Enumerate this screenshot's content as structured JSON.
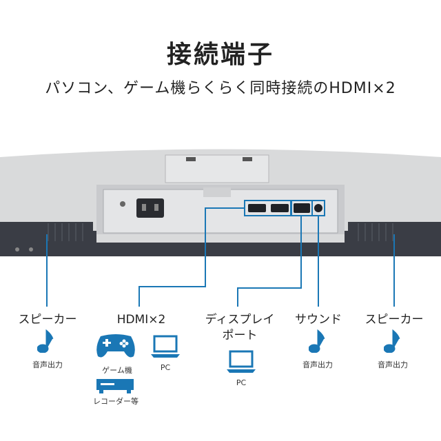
{
  "title": "接続端子",
  "subtitle": "パソコン、ゲーム機らくらく同時接続のHDMI×2",
  "ports": {
    "speaker_left": {
      "label": "スピーカー",
      "sub": "音声出力",
      "icon": "music-note-icon"
    },
    "hdmi": {
      "label": "HDMI×2",
      "devices": [
        {
          "label": "ゲーム機",
          "icon": "gamepad-icon"
        },
        {
          "label": "PC",
          "icon": "laptop-icon"
        },
        {
          "label": "レコーダー等",
          "icon": "recorder-icon"
        }
      ]
    },
    "displayport": {
      "label_line1": "ディスプレイ",
      "label_line2": "ポート",
      "sub": "PC",
      "icon": "laptop-icon"
    },
    "sound": {
      "label": "サウンド",
      "sub": "音声出力",
      "icon": "music-note-icon"
    },
    "speaker_right": {
      "label": "スピーカー",
      "sub": "音声出力",
      "icon": "music-note-icon"
    }
  },
  "colors": {
    "connector_line": "#1a77b5",
    "bezel": "#d9dadb",
    "panel": "#cfd0d2",
    "speaker_grille": "#3a3d45"
  }
}
